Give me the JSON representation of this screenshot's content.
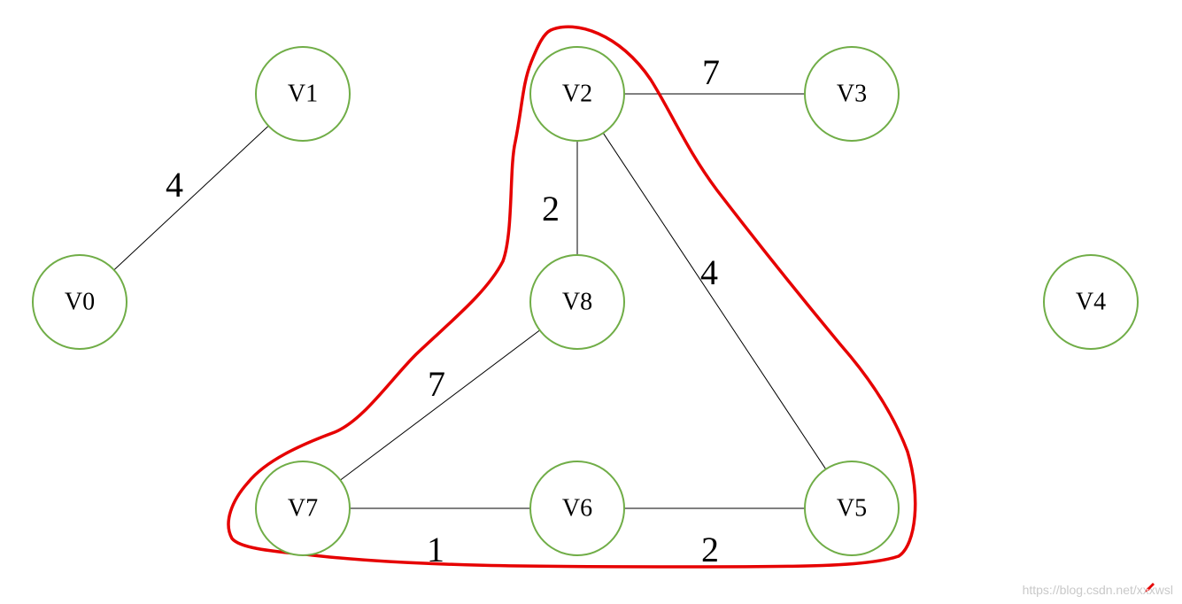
{
  "graph": {
    "nodes": [
      {
        "id": "V0",
        "label": "V0"
      },
      {
        "id": "V1",
        "label": "V1"
      },
      {
        "id": "V2",
        "label": "V2"
      },
      {
        "id": "V3",
        "label": "V3"
      },
      {
        "id": "V4",
        "label": "V4"
      },
      {
        "id": "V5",
        "label": "V5"
      },
      {
        "id": "V6",
        "label": "V6"
      },
      {
        "id": "V7",
        "label": "V7"
      },
      {
        "id": "V8",
        "label": "V8"
      }
    ],
    "edges": [
      {
        "from": "V0",
        "to": "V1",
        "weight": "4"
      },
      {
        "from": "V2",
        "to": "V3",
        "weight": "7"
      },
      {
        "from": "V2",
        "to": "V8",
        "weight": "2"
      },
      {
        "from": "V2",
        "to": "V5",
        "weight": "4"
      },
      {
        "from": "V8",
        "to": "V7",
        "weight": "7"
      },
      {
        "from": "V7",
        "to": "V6",
        "weight": "1"
      },
      {
        "from": "V6",
        "to": "V5",
        "weight": "2"
      }
    ],
    "highlighted_group": [
      "V2",
      "V8",
      "V7",
      "V6",
      "V5"
    ]
  },
  "colors": {
    "node_stroke": "#70ad47",
    "edge": "#000000",
    "highlight": "#e60000",
    "watermark": "#c9c9c9"
  },
  "watermark": {
    "text": "https://blog.csdn.net/xxxwsl"
  }
}
